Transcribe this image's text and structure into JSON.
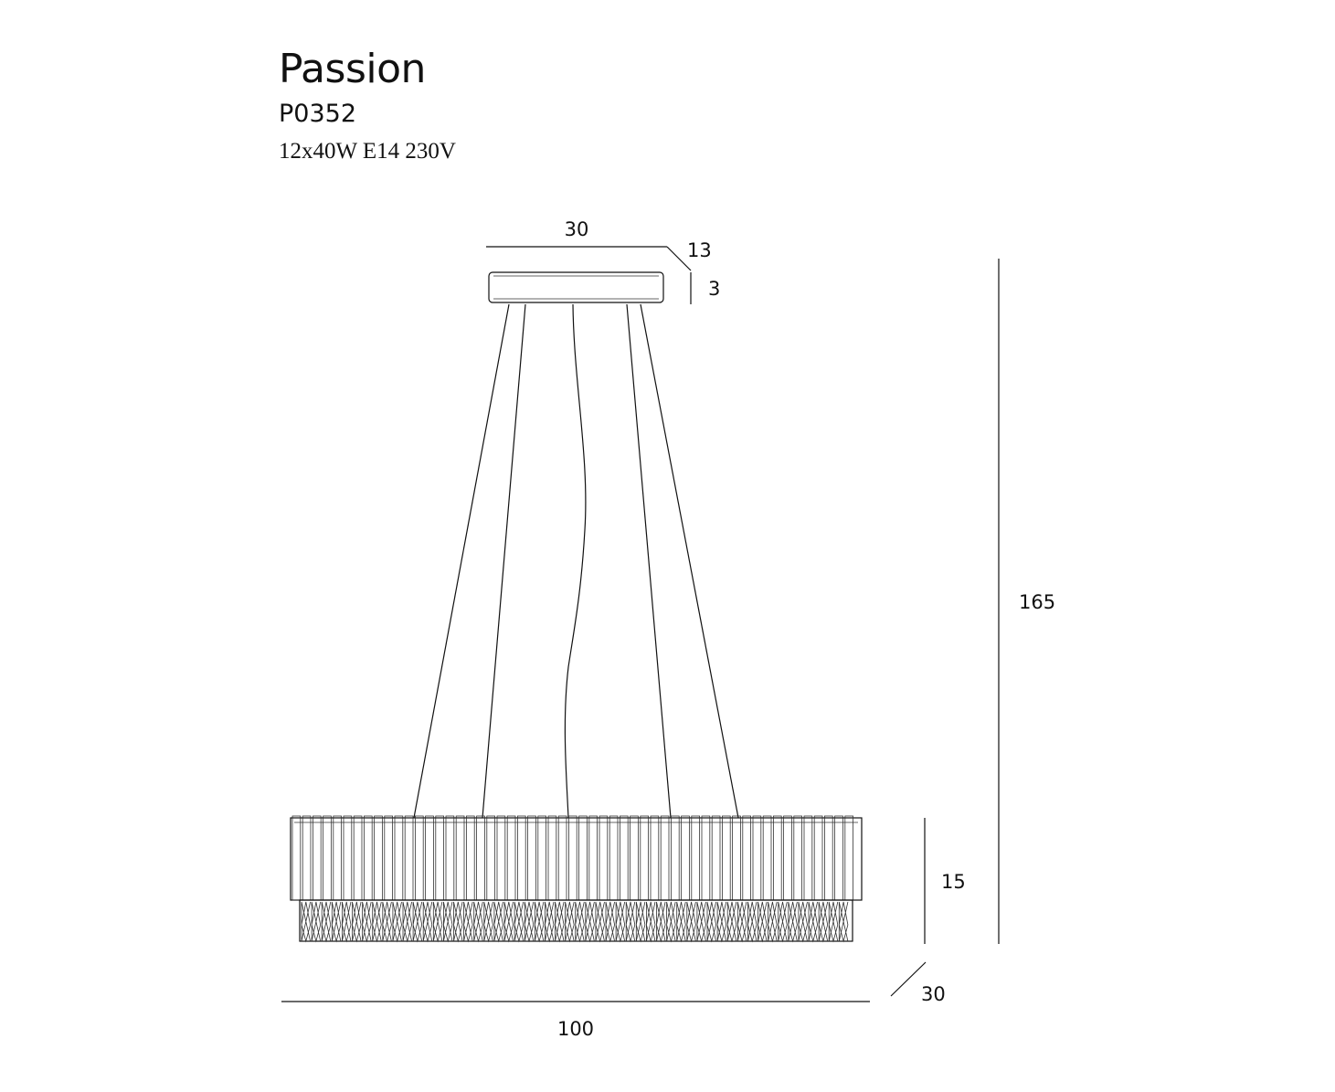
{
  "header": {
    "name": "Passion",
    "code": "P0352",
    "spec": "12x40W E14 230V"
  },
  "dimensions": {
    "canopy_width": "30",
    "canopy_depth": "13",
    "canopy_height": "3",
    "total_height": "165",
    "body_height": "15",
    "body_depth": "30",
    "body_width": "100"
  },
  "colors": {
    "line": "#111111",
    "background": "#ffffff"
  }
}
